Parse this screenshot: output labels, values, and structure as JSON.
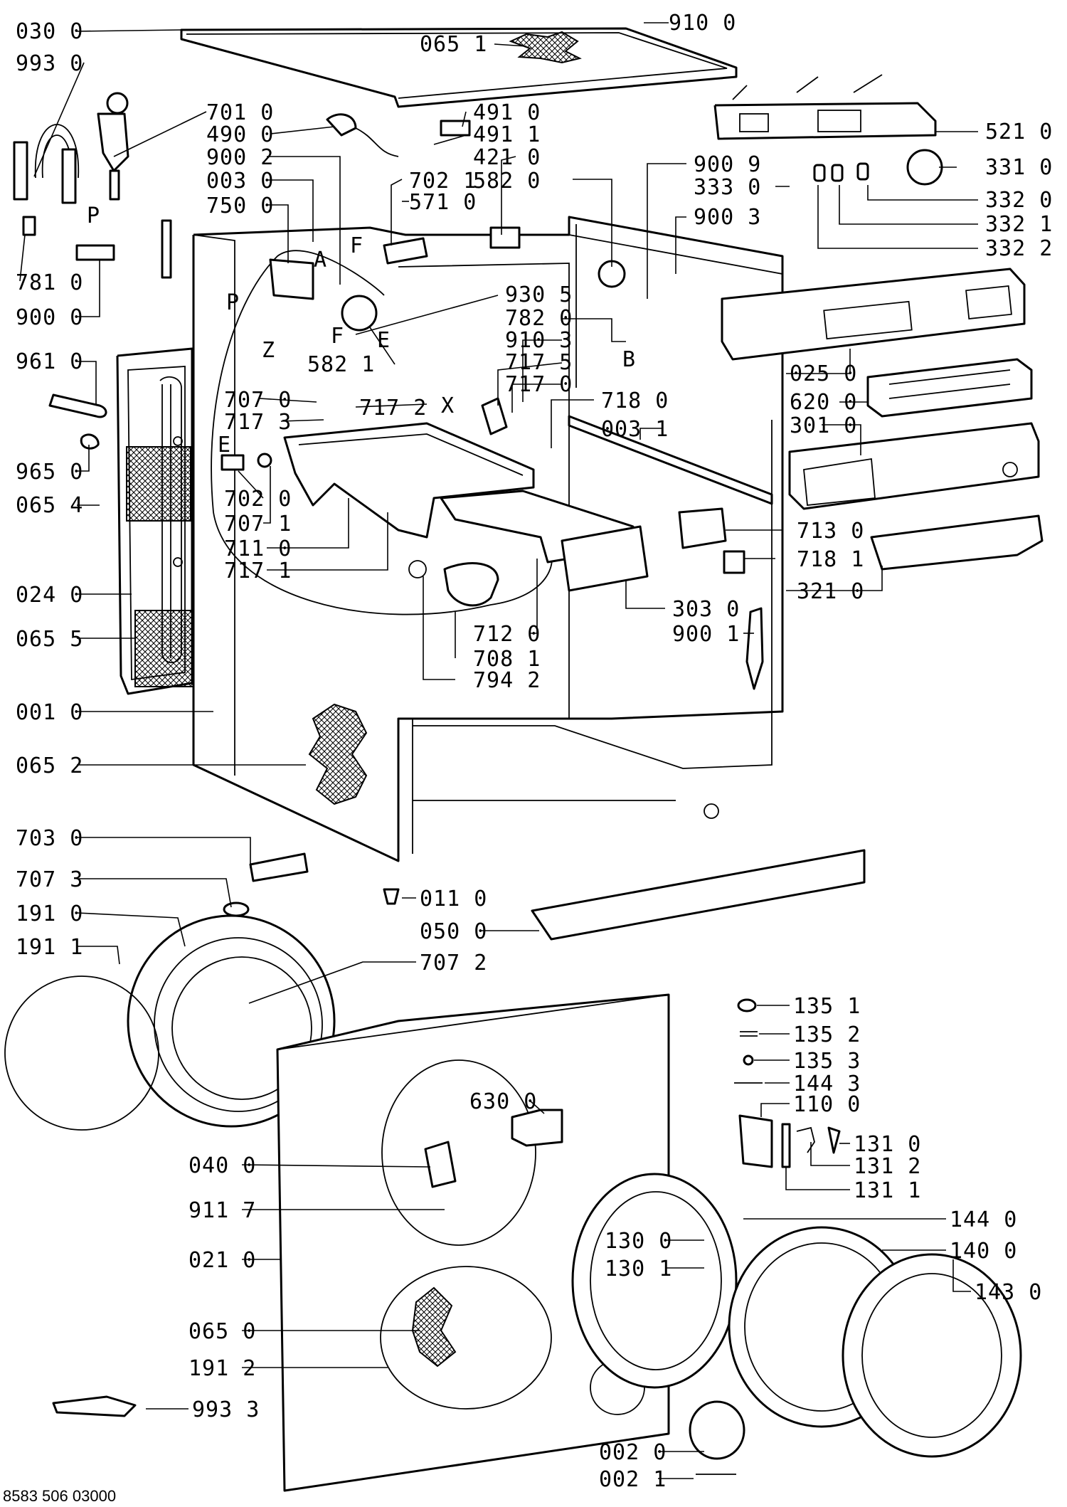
{
  "drawing_number": "8583 506 03000",
  "callouts": [
    {
      "id": "c0300",
      "text": "030 0"
    },
    {
      "id": "c9930",
      "text": "993 0"
    },
    {
      "id": "c9100",
      "text": "910 0"
    },
    {
      "id": "c0651",
      "text": "065 1"
    },
    {
      "id": "c7010",
      "text": "701 0"
    },
    {
      "id": "c4900",
      "text": "490 0"
    },
    {
      "id": "c9002",
      "text": "900 2"
    },
    {
      "id": "c0030",
      "text": "003 0"
    },
    {
      "id": "c7500",
      "text": "750 0"
    },
    {
      "id": "c4910",
      "text": "491 0"
    },
    {
      "id": "c4911",
      "text": "491 1"
    },
    {
      "id": "c4210",
      "text": "421 0"
    },
    {
      "id": "c5820",
      "text": "582 0"
    },
    {
      "id": "c7021",
      "text": "702 1"
    },
    {
      "id": "c5710",
      "text": "571 0"
    },
    {
      "id": "c5210",
      "text": "521 0"
    },
    {
      "id": "c9009",
      "text": "900 9"
    },
    {
      "id": "c3330",
      "text": "333 0"
    },
    {
      "id": "c9003",
      "text": "900 3"
    },
    {
      "id": "c3310",
      "text": "331 0"
    },
    {
      "id": "c3320",
      "text": "332 0"
    },
    {
      "id": "c3321",
      "text": "332 1"
    },
    {
      "id": "c3322",
      "text": "332 2"
    },
    {
      "id": "c7810",
      "text": "781 0"
    },
    {
      "id": "c9000",
      "text": "900 0"
    },
    {
      "id": "c9305",
      "text": "930 5"
    },
    {
      "id": "c7820",
      "text": "782 0"
    },
    {
      "id": "c5821",
      "text": "582 1"
    },
    {
      "id": "c9103",
      "text": "910 3"
    },
    {
      "id": "c7175",
      "text": "717 5"
    },
    {
      "id": "c7170",
      "text": "717 0"
    },
    {
      "id": "c9610",
      "text": "961 0"
    },
    {
      "id": "c7070",
      "text": "707 0"
    },
    {
      "id": "c7173",
      "text": "717 3"
    },
    {
      "id": "c7172",
      "text": "717 2"
    },
    {
      "id": "c7180",
      "text": "718 0"
    },
    {
      "id": "c0031",
      "text": "003 1"
    },
    {
      "id": "c0250",
      "text": "025 0"
    },
    {
      "id": "c6200",
      "text": "620 0"
    },
    {
      "id": "c3010",
      "text": "301 0"
    },
    {
      "id": "c9650",
      "text": "965 0"
    },
    {
      "id": "c0654",
      "text": "065 4"
    },
    {
      "id": "c7020",
      "text": "702 0"
    },
    {
      "id": "c7071",
      "text": "707 1"
    },
    {
      "id": "c7110",
      "text": "711 0"
    },
    {
      "id": "c7171",
      "text": "717 1"
    },
    {
      "id": "c7130",
      "text": "713 0"
    },
    {
      "id": "c7181",
      "text": "718 1"
    },
    {
      "id": "c3210",
      "text": "321 0"
    },
    {
      "id": "c0240",
      "text": "024 0"
    },
    {
      "id": "c3030",
      "text": "303 0"
    },
    {
      "id": "c9001",
      "text": "900 1"
    },
    {
      "id": "c0655",
      "text": "065 5"
    },
    {
      "id": "c7120",
      "text": "712 0"
    },
    {
      "id": "c7081",
      "text": "708 1"
    },
    {
      "id": "c7942",
      "text": "794 2"
    },
    {
      "id": "c0010",
      "text": "001 0"
    },
    {
      "id": "c0652",
      "text": "065 2"
    },
    {
      "id": "c7030",
      "text": "703 0"
    },
    {
      "id": "c7073",
      "text": "707 3"
    },
    {
      "id": "c0110",
      "text": "011 0"
    },
    {
      "id": "c1910",
      "text": "191 0"
    },
    {
      "id": "c0500",
      "text": "050 0"
    },
    {
      "id": "c1911",
      "text": "191 1"
    },
    {
      "id": "c7072",
      "text": "707 2"
    },
    {
      "id": "c1351",
      "text": "135 1"
    },
    {
      "id": "c1352",
      "text": "135 2"
    },
    {
      "id": "c1353",
      "text": "135 3"
    },
    {
      "id": "c1443",
      "text": "144 3"
    },
    {
      "id": "c1100",
      "text": "110 0"
    },
    {
      "id": "c6300",
      "text": "630 0"
    },
    {
      "id": "c1310",
      "text": "131 0"
    },
    {
      "id": "c0400",
      "text": "040 0"
    },
    {
      "id": "c1312",
      "text": "131 2"
    },
    {
      "id": "c1311",
      "text": "131 1"
    },
    {
      "id": "c9117",
      "text": "911 7"
    },
    {
      "id": "c1440",
      "text": "144 0"
    },
    {
      "id": "c1300",
      "text": "130 0"
    },
    {
      "id": "c1400",
      "text": "140 0"
    },
    {
      "id": "c0210",
      "text": "021 0"
    },
    {
      "id": "c1301",
      "text": "130 1"
    },
    {
      "id": "c1430",
      "text": "143 0"
    },
    {
      "id": "c0650",
      "text": "065 0"
    },
    {
      "id": "c1912",
      "text": "191 2"
    },
    {
      "id": "c9933",
      "text": "993 3"
    },
    {
      "id": "c0020",
      "text": "002 0"
    },
    {
      "id": "c0021",
      "text": "002 1"
    }
  ],
  "letters": [
    {
      "id": "lP1",
      "text": "P"
    },
    {
      "id": "lA",
      "text": "A"
    },
    {
      "id": "lF1",
      "text": "F"
    },
    {
      "id": "lP2",
      "text": "P"
    },
    {
      "id": "lF2",
      "text": "F"
    },
    {
      "id": "lE1",
      "text": "E"
    },
    {
      "id": "lZ",
      "text": "Z"
    },
    {
      "id": "lB",
      "text": "B"
    },
    {
      "id": "lX",
      "text": "X"
    },
    {
      "id": "lE2",
      "text": "E"
    }
  ]
}
